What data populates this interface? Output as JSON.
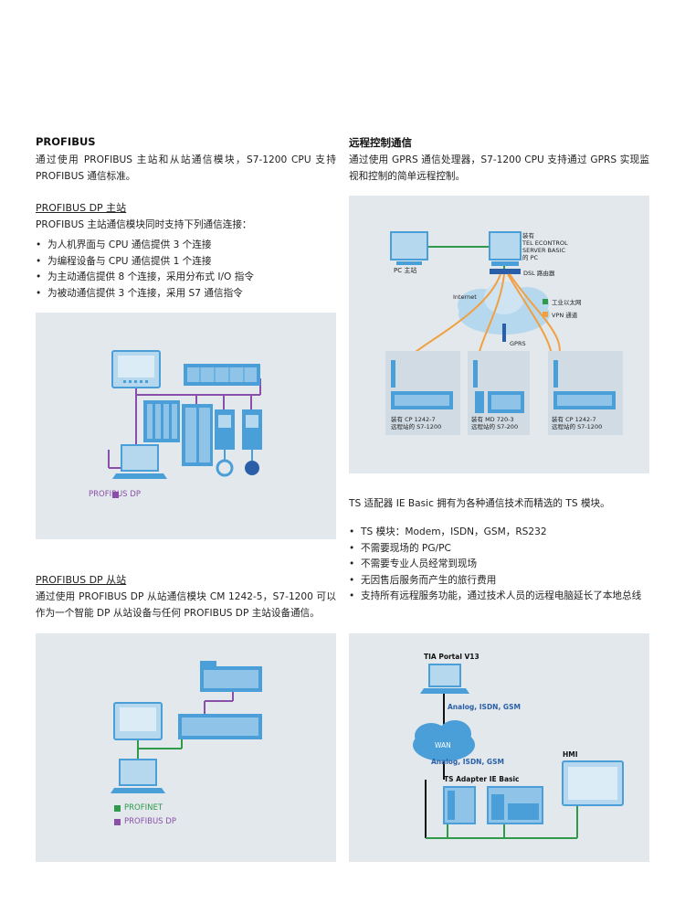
{
  "left": {
    "profibus": {
      "heading": "PROFIBUS",
      "para": "通过使用 PROFIBUS 主站和从站通信模块，S7-1200 CPU 支持 PROFIBUS 通信标准。"
    },
    "dp_master": {
      "heading": "PROFIBUS DP 主站",
      "intro": "PROFIBUS 主站通信模块同时支持下列通信连接：",
      "bullets": [
        "为人机界面与 CPU 通信提供 3 个连接",
        "为编程设备与 CPU 通信提供 1 个连接",
        "为主动通信提供 8 个连接，采用分布式 I/O 指令",
        "为被动通信提供 3 个连接，采用 S7 通信指令"
      ],
      "figure_legend": "PROFIBUS DP"
    },
    "dp_slave": {
      "heading": "PROFIBUS DP 从站",
      "para": "通过使用 PROFIBUS DP 从站通信模块 CM 1242-5，S7-1200 可以作为一个智能 DP 从站设备与任何 PROFIBUS DP 主站设备通信。",
      "legend": [
        "PROFINET",
        "PROFIBUS DP"
      ]
    }
  },
  "right": {
    "remote": {
      "heading": "远程控制通信",
      "para": "通过使用 GPRS 通信处理器，S7-1200 CPU 支持通过 GPRS 实现监视和控制的简单远程控制。",
      "figure": {
        "pc_station": "PC 主站",
        "server_lines": [
          "装有",
          "TEL ECONTROL",
          "SERVER BASIC",
          "的 PC"
        ],
        "dsl_router": "DSL 路由器",
        "internet": "Internet",
        "gprs": "GPRS",
        "legend": [
          "工业以太网",
          "VPN 通道"
        ],
        "stations": [
          [
            "装有 CP 1242-7",
            "远程站的 S7-1200"
          ],
          [
            "装有 MD 720-3",
            "远程站的 S7-200"
          ],
          [
            "装有 CP 1242-7",
            "远程站的 S7-1200"
          ]
        ]
      }
    },
    "ts": {
      "para": "TS 适配器 IE Basic 拥有为各种通信技术而精选的 TS 模块。",
      "bullets": [
        "TS 模块：Modem，ISDN，GSM，RS232",
        "不需要现场的 PG/PC",
        "不需要专业人员经常到现场",
        "无因售后服务而产生的旅行费用",
        "支持所有远程服务功能，通过技术人员的远程电脑延长了本地总线"
      ],
      "figure": {
        "tia": "TIA Portal V13",
        "analog1": "Analog, ISDN, GSM",
        "wan": "WAN",
        "analog2": "Analog, ISDN, GSM",
        "hmi": "HMI",
        "adapter": "TS Adapter IE Basic"
      }
    }
  },
  "colors": {
    "panel": "#e3e8ec",
    "device_blue": "#4a9fd8",
    "profibus_purple": "#8a4fa8",
    "profinet_green": "#2e9a4a",
    "vpn_orange": "#f0a040",
    "label_blue": "#2a5fa8"
  }
}
